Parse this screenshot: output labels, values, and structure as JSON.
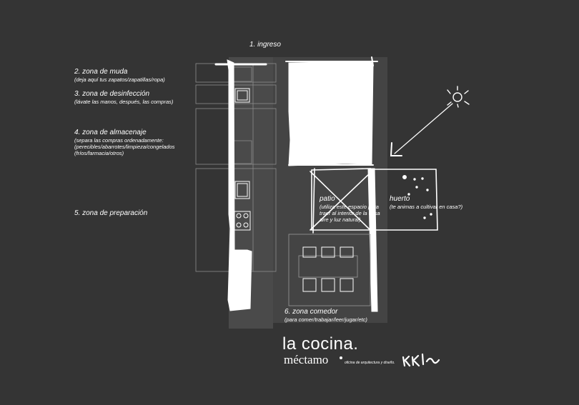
{
  "labels": {
    "ingreso": "1. ingreso",
    "muda_title": "2. zona de muda",
    "muda_sub": "(deja aquí tus zapatos/zapatillas/ropa)",
    "desinfeccion_title": "3. zona de desinfección",
    "desinfeccion_sub": "(lávate las manos, después, las compras)",
    "almacenaje_title": "4. zona de almacenaje",
    "almacenaje_sub1": "(separa las compras ordenadamente:",
    "almacenaje_sub2": "(perecibles/abarrotes/limpieza/congelados",
    "almacenaje_sub3": "(fríos/farmacia/otros)",
    "preparacion_title": "5. zona de preparación",
    "patio_title": "patio",
    "patio_sub1": "(utiliza este espacio para",
    "patio_sub2": "traer al interior de la casa",
    "patio_sub3": "aire y luz natural)",
    "huerto_title": "huerto",
    "huerto_sub": "(te animas a cultivar en casa?)",
    "comedor_title": "6. zona comedor",
    "comedor_sub": "(para comer/trabajar/leer/jugar/etc)"
  },
  "footer": {
    "title": "la cocina.",
    "brand": "méctamo",
    "brand_sub": "oficina de arquitectura y diseño."
  },
  "colors": {
    "background": "#343434",
    "ink": "#ffffff",
    "floor": "#4a4a4a",
    "outline": "#9a9a9a"
  },
  "icons": [
    "sun-icon",
    "signature-logo",
    "sink-icon",
    "stove-icon"
  ]
}
